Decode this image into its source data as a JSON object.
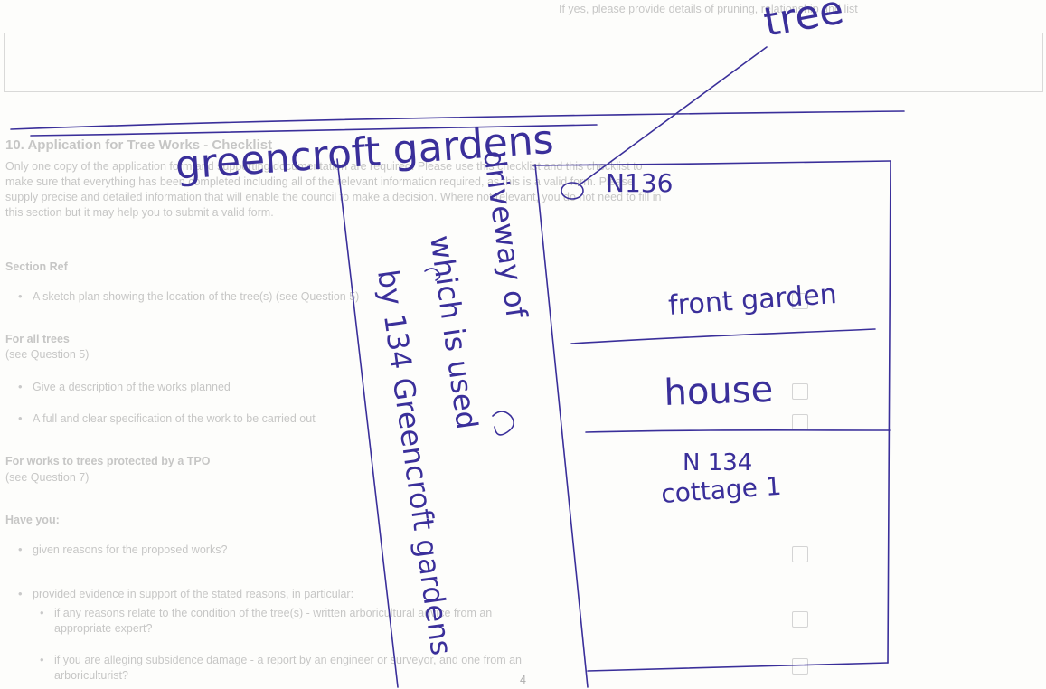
{
  "form": {
    "top_line": "If yes, please provide details of pruning, relationship and list",
    "section_title": "10. Application for Tree Works - Checklist",
    "intro": [
      "Only one copy of the application form and supporting documentation are required. Please use this checklist and this checklist to",
      "make sure that everything has been completed including all of the relevant information required, as this is a valid form. Please",
      "supply precise and detailed information that will enable the council to make a decision. Where not relevant, you do not need to fill in",
      "this section but it may help you to submit a valid form."
    ],
    "groups": [
      {
        "heading": "Section Ref",
        "items": [
          "A sketch plan showing the location of the tree(s) (see Question 5)"
        ]
      },
      {
        "heading": "For all trees",
        "subheading": "(see Question 5)",
        "items": [
          "Give a description of the works planned",
          "A full and clear specification of the work to be carried out"
        ]
      },
      {
        "heading": "For works to trees protected by a TPO",
        "subheading": "(see Question 7)",
        "items": []
      },
      {
        "heading": "Have you:",
        "items": [
          "given reasons for the proposed works?",
          "provided evidence in support of the stated reasons, in particular:"
        ]
      }
    ],
    "sub_items": [
      "if any reasons relate to the condition of the tree(s) - written arboricultural advice from an appropriate expert?",
      "if you are alleging subsidence damage - a report by an engineer or surveyor, and one from an arboriculturist?"
    ],
    "page_number": "4"
  },
  "handwriting": {
    "tree_label": "tree",
    "street_name": "greencroft gardens",
    "house_number": "N136",
    "front_garden": "front garden",
    "house": "house",
    "cottage_number": "N 134",
    "cottage": "cottage 1",
    "driveway_line1": "driveway of",
    "driveway_line2": "which is used",
    "driveway_line3": "by 134 Greencroft gardens"
  }
}
